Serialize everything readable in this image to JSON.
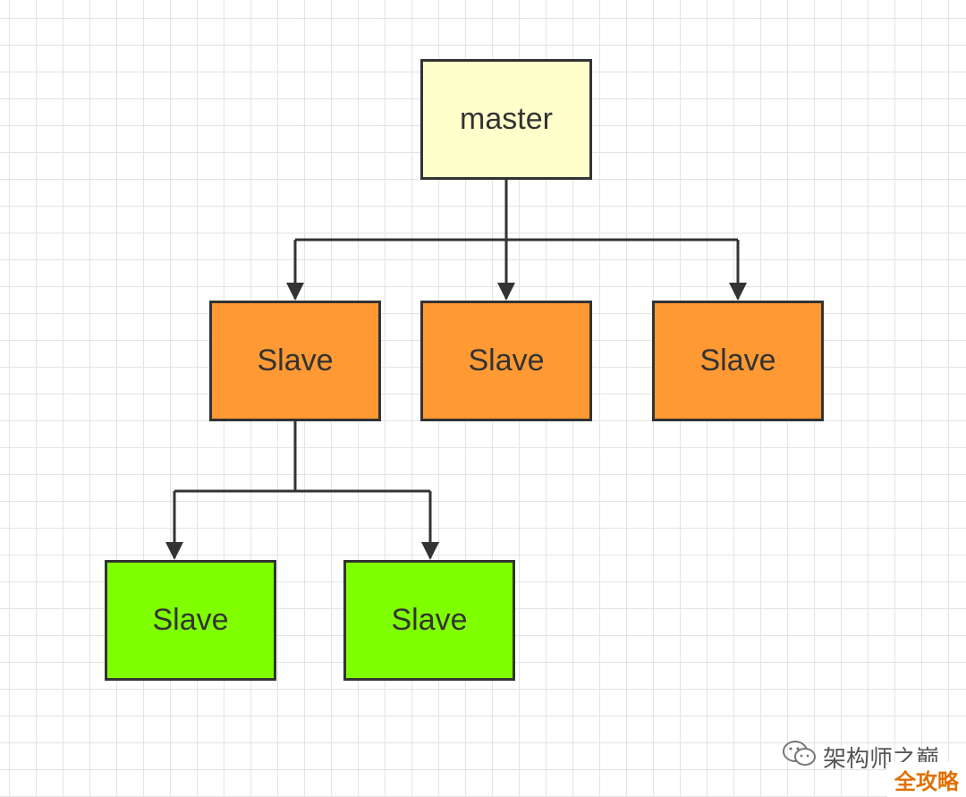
{
  "diagram": {
    "nodes": [
      {
        "id": "master",
        "label": "master",
        "color": "#ffffcc",
        "level": 0
      },
      {
        "id": "slave-1",
        "label": "Slave",
        "color": "#ff9933",
        "level": 1
      },
      {
        "id": "slave-2",
        "label": "Slave",
        "color": "#ff9933",
        "level": 1
      },
      {
        "id": "slave-3",
        "label": "Slave",
        "color": "#ff9933",
        "level": 1
      },
      {
        "id": "slave-1-1",
        "label": "Slave",
        "color": "#80ff00",
        "level": 2
      },
      {
        "id": "slave-1-2",
        "label": "Slave",
        "color": "#80ff00",
        "level": 2
      }
    ],
    "edges": [
      {
        "from": "master",
        "to": "slave-1"
      },
      {
        "from": "master",
        "to": "slave-2"
      },
      {
        "from": "master",
        "to": "slave-3"
      },
      {
        "from": "slave-1",
        "to": "slave-1-1"
      },
      {
        "from": "slave-1",
        "to": "slave-1-2"
      }
    ],
    "line_color": "#333333"
  },
  "watermark": {
    "text": "架构师之巅",
    "icon": "wechat-icon",
    "badge": "全攻略"
  }
}
